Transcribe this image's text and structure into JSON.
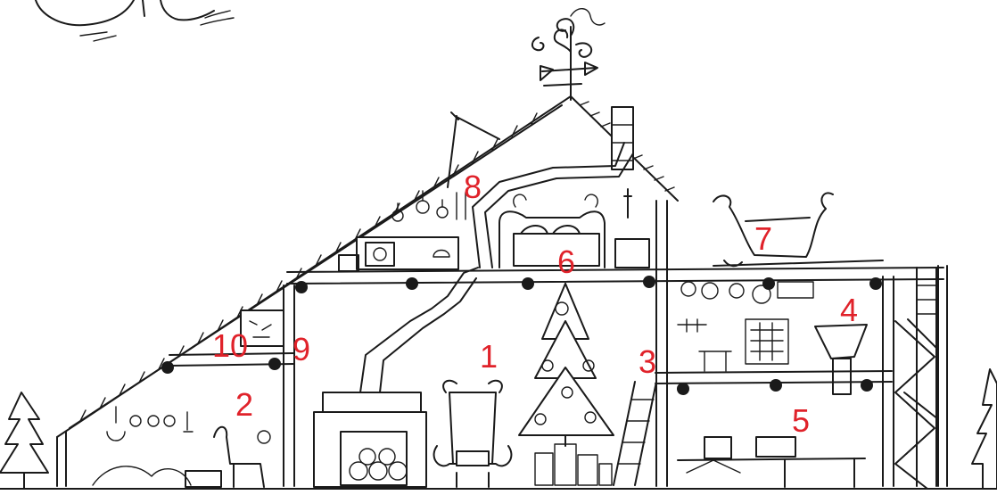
{
  "room_numbers": {
    "r1": "1",
    "r2": "2",
    "r3": "3",
    "r4": "4",
    "r5": "5",
    "r6": "6",
    "r7": "7",
    "r8": "8",
    "r9": "9",
    "r10": "10"
  },
  "colors": {
    "number_red": "#e0222a",
    "ink": "#1a1a1a",
    "background": "#ffffff"
  }
}
